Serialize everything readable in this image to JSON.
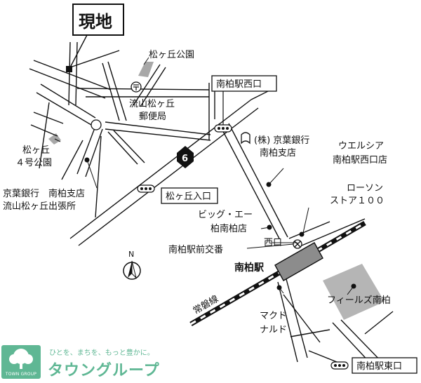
{
  "title": "現地",
  "labels": {
    "matsugaoka_park": "松ヶ丘公園",
    "post_office_1": "流山松ヶ丘",
    "post_office_2": "郵便局",
    "bank_south_1": "(株) 京葉銀行",
    "bank_south_2": "南柏支店",
    "welcia_1": "ウエルシア",
    "welcia_2": "南柏駅西口店",
    "lawson_1": "ローソン",
    "lawson_2": "ストア１００",
    "park4_1": "松ヶ丘",
    "park4_2": "４号公園",
    "bank_branch_1": "京葉銀行　南柏支店",
    "bank_branch_2": "流山松ヶ丘出張所",
    "big_a_1": "ビッグ・エー",
    "big_a_2": "柏南柏店",
    "nishiguchi": "西口",
    "kouban": "南柏駅前交番",
    "station": "南柏駅",
    "mcd_1": "マクド",
    "mcd_2": "ナルド",
    "fields": "フィールズ南柏",
    "joban_line": "常磐線",
    "north": "N",
    "route_number": "6"
  },
  "bus_stops": {
    "nishiguchi_stop": "南柏駅西口",
    "matsugaoka_iriguchi": "松ヶ丘入口",
    "higashiguchi_stop": "南柏駅東口"
  },
  "brand": {
    "tagline": "ひとを、まちを、もっと豊かに。",
    "name": "タウングループ",
    "logo_text": "TOWN GROUP"
  },
  "colors": {
    "ink": "#111111",
    "park_gray": "#a8a8a8",
    "station_gray": "#8c8c8c",
    "brand_green": "#5fb794"
  }
}
